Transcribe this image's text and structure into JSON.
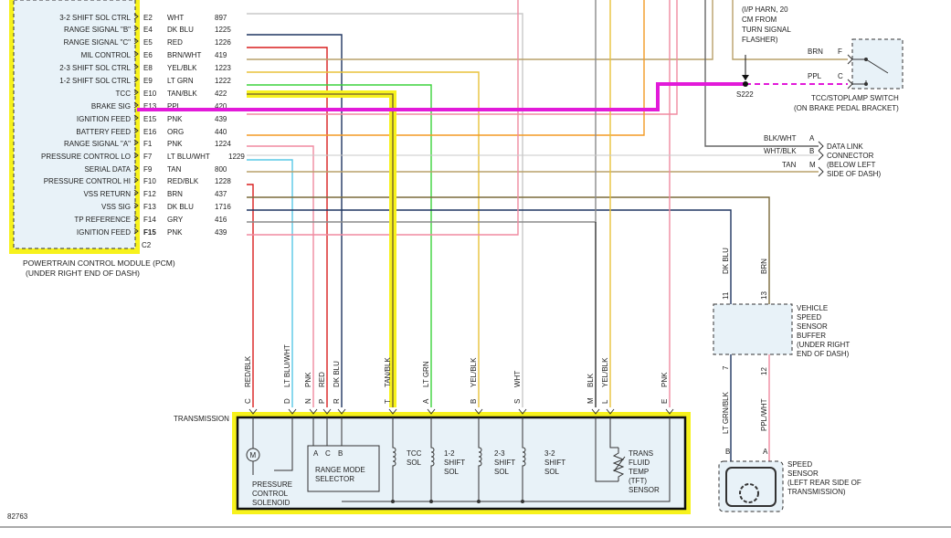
{
  "pcm": {
    "title_line1": "POWERTRAIN CONTROL MODULE (PCM)",
    "title_line2": "(UNDER RIGHT END OF DASH)",
    "pins": [
      {
        "label": "3-2 SHIFT SOL CTRL",
        "pin": "E2",
        "color": "WHT",
        "circuit": "897"
      },
      {
        "label": "RANGE SIGNAL \"B\"",
        "pin": "E4",
        "color": "DK BLU",
        "circuit": "1225"
      },
      {
        "label": "RANGE SIGNAL \"C\"",
        "pin": "E5",
        "color": "RED",
        "circuit": "1226"
      },
      {
        "label": "MIL CONTROL",
        "pin": "E6",
        "color": "BRN/WHT",
        "circuit": "419"
      },
      {
        "label": "2-3 SHIFT SOL CTRL",
        "pin": "E8",
        "color": "YEL/BLK",
        "circuit": "1223"
      },
      {
        "label": "1-2 SHIFT SOL CTRL",
        "pin": "E9",
        "color": "LT GRN",
        "circuit": "1222"
      },
      {
        "label": "TCC",
        "pin": "E10",
        "color": "TAN/BLK",
        "circuit": "422"
      },
      {
        "label": "BRAKE SIG",
        "pin": "E13",
        "color": "PPL",
        "circuit": "420"
      },
      {
        "label": "IGNITION FEED",
        "pin": "E15",
        "color": "PNK",
        "circuit": "439"
      },
      {
        "label": "BATTERY FEED",
        "pin": "E16",
        "color": "ORG",
        "circuit": "440"
      },
      {
        "label": "RANGE SIGNAL \"A\"",
        "pin": "F1",
        "color": "PNK",
        "circuit": "1224"
      },
      {
        "label": "PRESSURE CONTROL LO",
        "pin": "F7",
        "color": "LT BLU/WHT",
        "circuit": "1229"
      },
      {
        "label": "SERIAL DATA",
        "pin": "F9",
        "color": "TAN",
        "circuit": "800"
      },
      {
        "label": "PRESSURE CONTROL HI",
        "pin": "F10",
        "color": "RED/BLK",
        "circuit": "1228"
      },
      {
        "label": "VSS RETURN",
        "pin": "F12",
        "color": "BRN",
        "circuit": "437"
      },
      {
        "label": "VSS SIG",
        "pin": "F13",
        "color": "DK BLU",
        "circuit": "1716"
      },
      {
        "label": "TP REFERENCE",
        "pin": "F14",
        "color": "GRY",
        "circuit": "416"
      },
      {
        "label": "IGNITION FEED",
        "pin": "F15",
        "color": "PNK",
        "circuit": "439"
      }
    ],
    "c2_label": "C2"
  },
  "ip_harness": {
    "note_lines": [
      "(I/P HARN, 20",
      "CM FROM",
      "TURN SIGNAL",
      "FLASHER)"
    ],
    "splice": "S222"
  },
  "stoplamp_switch": {
    "title_line1": "TCC/STOPLAMP SWITCH",
    "title_line2": "(ON BRAKE PEDAL BRACKET)",
    "wire_f_color": "BRN",
    "wire_f_pin": "F",
    "wire_c_color": "PPL",
    "wire_c_pin": "C"
  },
  "dlc": {
    "lines": [
      "DATA LINK",
      "CONNECTOR",
      "(BELOW LEFT",
      "SIDE OF DASH)"
    ],
    "wires": [
      {
        "color": "BLK/WHT",
        "pin": "A"
      },
      {
        "color": "WHT/BLK",
        "pin": "B"
      },
      {
        "color": "TAN",
        "pin": "M"
      }
    ]
  },
  "vss_buffer": {
    "lines": [
      "VEHICLE",
      "SPEED",
      "SENSOR",
      "BUFFER",
      "(UNDER RIGHT",
      "END OF DASH)"
    ],
    "top_pins": [
      {
        "pin": "11",
        "color": "DK BLU"
      },
      {
        "pin": "13",
        "color": "BRN"
      }
    ],
    "bottom_pins": [
      {
        "pin": "7",
        "color": "LT GRN/BLK"
      },
      {
        "pin": "12",
        "color": "PPL/WHT"
      }
    ]
  },
  "speed_sensor": {
    "lines": [
      "SPEED",
      "SENSOR",
      "(LEFT REAR SIDE OF",
      "TRANSMISSION)"
    ],
    "pin_b": "B",
    "pin_a": "A"
  },
  "transmission": {
    "label": "TRANSMISSION",
    "wires": [
      {
        "color": "RED/BLK",
        "pin": "C"
      },
      {
        "color": "LT BLU/WHT",
        "pin": "D"
      },
      {
        "color": "PNK",
        "pin": "N"
      },
      {
        "color": "RED",
        "pin": "P"
      },
      {
        "color": "DK BLU",
        "pin": "R"
      },
      {
        "color": "TAN/BLK",
        "pin": "T"
      },
      {
        "color": "LT GRN",
        "pin": "A"
      },
      {
        "color": "YEL/BLK",
        "pin": "B"
      },
      {
        "color": "WHT",
        "pin": "S"
      },
      {
        "color": "BLK",
        "pin": "M"
      },
      {
        "color": "YEL/BLK",
        "pin": "L"
      },
      {
        "color": "PNK",
        "pin": "E"
      }
    ],
    "pcs_lines": [
      "PRESSURE",
      "CONTROL",
      "SOLENOID"
    ],
    "pcs_symbol": "M",
    "rms_lines": [
      "RANGE MODE",
      "SELECTOR"
    ],
    "rms_pins": [
      "A",
      "C",
      "B"
    ],
    "tcc_lines": [
      "TCC",
      "SOL"
    ],
    "sol12_lines": [
      "1-2",
      "SHIFT",
      "SOL"
    ],
    "sol23_lines": [
      "2-3",
      "SHIFT",
      "SOL"
    ],
    "sol32_lines": [
      "3-2",
      "SHIFT",
      "SOL"
    ],
    "tft_lines": [
      "TRANS",
      "FLUID",
      "TEMP",
      "(TFT)",
      "SENSOR"
    ]
  },
  "figure_id": "82763",
  "colors": {
    "highlight": "#f7f21c",
    "purple": "#e21ad9",
    "red": "#d81e1e",
    "dk_blue": "#1f3560",
    "lt_green": "#3bd23b",
    "lt_blue": "#58c8e6",
    "pink": "#f08aa0",
    "orange": "#f39a24",
    "yellow": "#e8c23a",
    "tan": "#b9a06a",
    "brown": "#7a6a3a",
    "gray": "#8a8a8a",
    "box_fill": "#e8f2f8"
  }
}
